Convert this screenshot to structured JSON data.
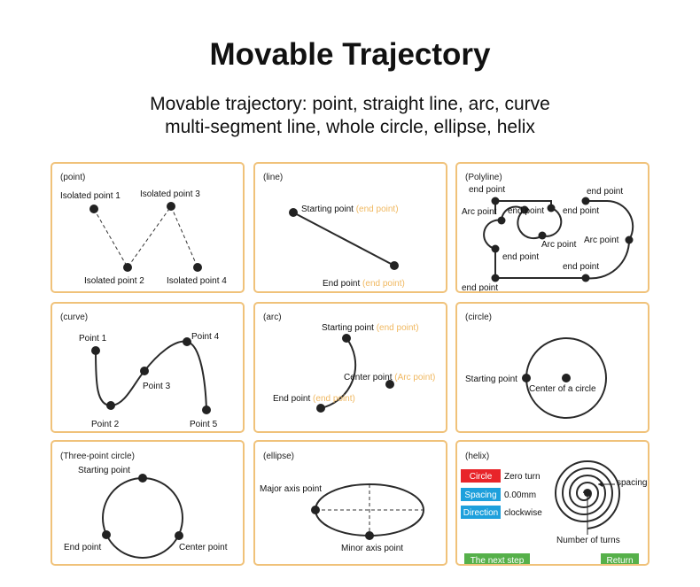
{
  "header": {
    "title": "Movable Trajectory",
    "subtitle_line1": "Movable trajectory: point, straight line, arc, curve",
    "subtitle_line2": "multi-segment line, whole circle, ellipse, helix"
  },
  "panels": {
    "point": {
      "title": "(point)",
      "p1": "Isolated point 1",
      "p2": "Isolated point 2",
      "p3": "Isolated point 3",
      "p4": "Isolated point 4"
    },
    "line": {
      "title": "(line)",
      "start": "Starting point",
      "start_alt": "(end point)",
      "end": "End point",
      "end_alt": "(end point)"
    },
    "polyline": {
      "title": "(Polyline)",
      "end_point": "end point",
      "arc_point": "Arc point"
    },
    "curve": {
      "title": "(curve)",
      "p1": "Point 1",
      "p2": "Point 2",
      "p3": "Point 3",
      "p4": "Point 4",
      "p5": "Point 5"
    },
    "arc": {
      "title": "(arc)",
      "start": "Starting point",
      "start_alt": "(end point)",
      "center": "Center point",
      "center_alt": "(Arc point)",
      "end": "End point",
      "end_alt": "(end point)"
    },
    "circle": {
      "title": "(circle)",
      "start": "Starting point",
      "center": "Center of a circle"
    },
    "three_point_circle": {
      "title": "(Three-point circle)",
      "start": "Starting point",
      "end": "End point",
      "center": "Center point"
    },
    "ellipse": {
      "title": "(ellipse)",
      "major": "Major axis point",
      "minor": "Minor axis point"
    },
    "helix": {
      "title": "(helix)",
      "circle_label": "Circle",
      "circle_value": "Zero turn",
      "spacing_label": "Spacing",
      "spacing_value": "0.00mm",
      "direction_label": "Direction",
      "direction_value": "clockwise",
      "spacing_annot": "spacing",
      "turns_annot": "Number of turns",
      "next_step": "The next step",
      "return": "Return"
    }
  },
  "colors": {
    "panel_border": "#f0c27a",
    "alt_text": "#f0b860",
    "helix_red": "#e8242a",
    "helix_blue": "#1ea0dc",
    "helix_green": "#56b04a"
  }
}
